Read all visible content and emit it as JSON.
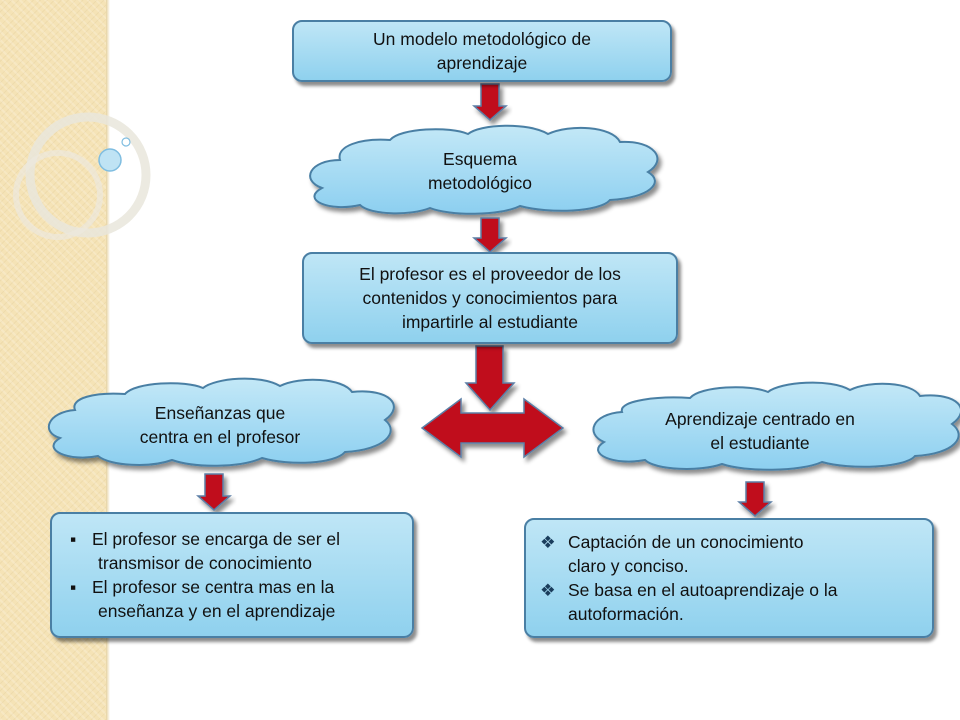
{
  "diagram": {
    "title_box": {
      "text_line1": "Un modelo metodológico  de",
      "text_line2": "aprendizaje"
    },
    "cloud_center": {
      "text_line1": "Esquema",
      "text_line2": "metodológico"
    },
    "teacher_box": {
      "line1": "El profesor es el proveedor de los",
      "line2": "contenidos y conocimientos para",
      "line3": "impartirle al  estudiante"
    },
    "cloud_left": {
      "line1": "Enseñanzas  que",
      "line2": "centra en el profesor"
    },
    "cloud_right": {
      "line1": "Aprendizaje centrado  en",
      "line2": "el estudiante"
    },
    "left_list": {
      "bullet": "▪",
      "items": [
        {
          "line1": "El profesor se encarga de ser el",
          "line2": "transmisor de conocimiento"
        },
        {
          "line1": "El profesor se centra mas en la",
          "line2": "enseñanza y en el aprendizaje"
        }
      ]
    },
    "right_list": {
      "bullet": "❖",
      "items": [
        {
          "line1": "Captación  de un conocimiento",
          "line2": "claro y  conciso."
        },
        {
          "line1": "Se basa en el autoaprendizaje o la",
          "line2": "autoformación."
        }
      ]
    },
    "colors": {
      "box_fill_top": "#bfe6f6",
      "box_fill_bottom": "#8fd1ee",
      "box_border": "#4a7fa4",
      "arrow_fill": "#c0111a",
      "arrow_border": "#5b7fa6",
      "sidebar": "#f5e3b6"
    }
  }
}
